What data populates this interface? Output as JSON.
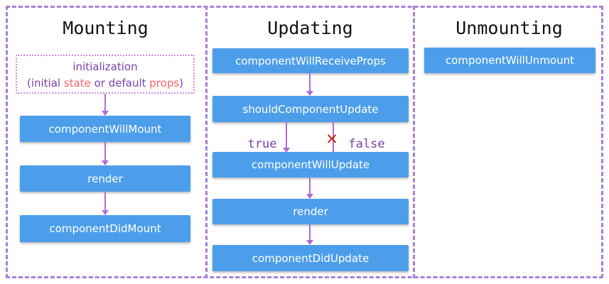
{
  "colors": {
    "box_blue": "#4d9eea",
    "box_text": "#ffffff",
    "panel_border": "#a97fd8",
    "arrow": "#ae6bd8",
    "init_border": "#c98fd9",
    "text_purple": "#7b3fa8",
    "text_red": "#f4645f",
    "x_red": "#c5281c",
    "title_text": "#111111"
  },
  "mounting": {
    "title": "Mounting",
    "init": {
      "line1": "initialization",
      "p1": "(initial ",
      "p2": "state",
      "p3": " or default ",
      "p4": "props",
      "p5": ")"
    },
    "box1": "componentWillMount",
    "box2": "render",
    "box3": "componentDidMount"
  },
  "updating": {
    "title": "Updating",
    "box1": "componentWillReceiveProps",
    "box2": "shouldComponentUpdate",
    "true_label": "true",
    "false_label": "false",
    "x_mark": "✕",
    "box3": "componentWillUpdate",
    "box4": "render",
    "box5": "componentDidUpdate"
  },
  "unmounting": {
    "title": "Unmounting",
    "box1": "componentWillUnmount"
  }
}
